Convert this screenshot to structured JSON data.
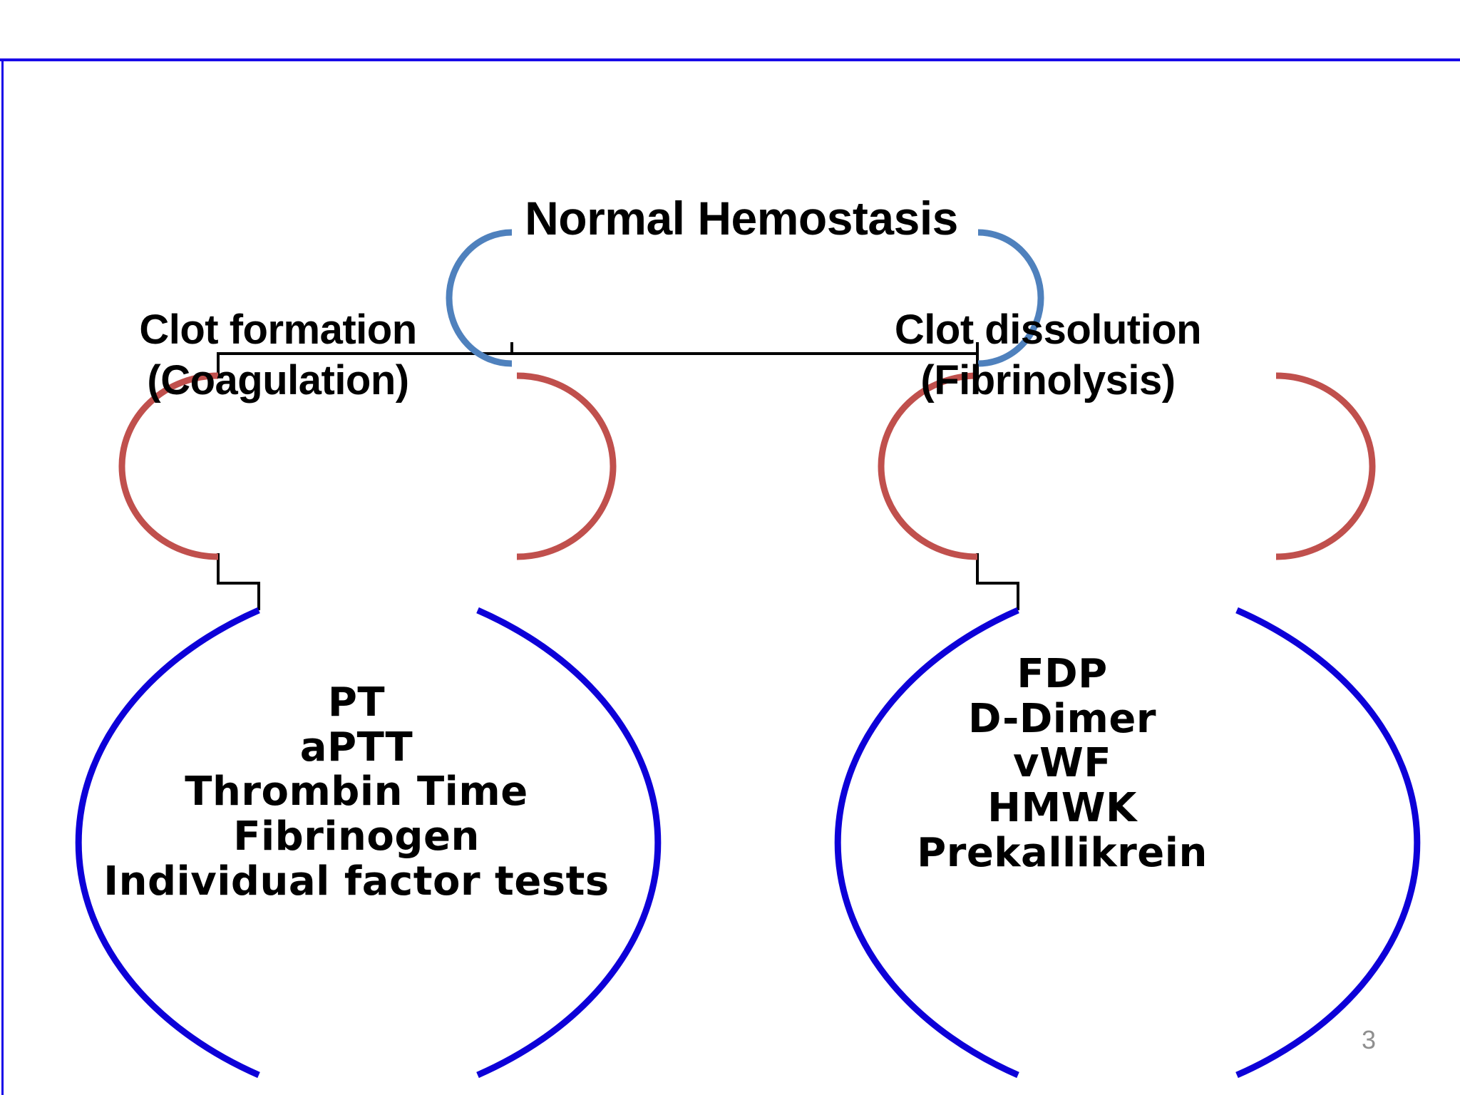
{
  "slide": {
    "number": "3",
    "background_color": "#FFFFFF",
    "border_color": "#1800E8"
  },
  "diagram": {
    "type": "hierarchy",
    "root": {
      "label": "Normal Hemostasis",
      "shape": "split-ellipse",
      "outline_color": "#4F81BD"
    },
    "branches": [
      {
        "label": "Clot formation\n(Coagulation)",
        "line1": "Clot formation",
        "line2": "(Coagulation)",
        "shape": "split-ellipse",
        "outline_color": "#C0504D",
        "tests": {
          "shape": "split-circle",
          "outline_color": "#0D00D8",
          "items": [
            "PT",
            "aPTT",
            "Thrombin Time",
            "Fibrinogen",
            "Individual factor tests"
          ],
          "text": "PT\naPTT\nThrombin Time\nFibrinogen\nIndividual factor tests"
        }
      },
      {
        "label": "Clot dissolution\n(Fibrinolysis)",
        "line1": "Clot dissolution",
        "line2": "(Fibrinolysis)",
        "shape": "split-ellipse",
        "outline_color": "#C0504D",
        "tests": {
          "shape": "split-circle",
          "outline_color": "#0D00D8",
          "items": [
            "FDP",
            "D-Dimer",
            "vWF",
            "HMWK",
            "Prekallikrein"
          ],
          "text": "FDP\nD-Dimer\nvWF\nHMWK\nPrekallikrein"
        }
      }
    ],
    "connector_color": "#000000"
  }
}
